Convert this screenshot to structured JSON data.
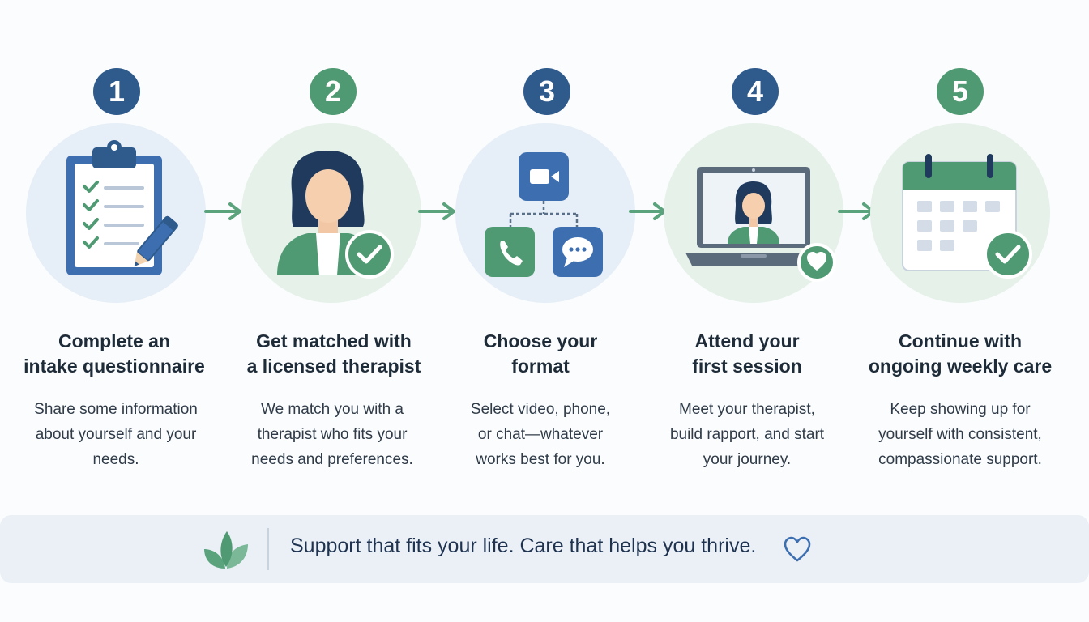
{
  "steps": [
    {
      "number": "1",
      "title_line1": "Complete an",
      "title_line2": "intake questionnaire",
      "desc_line1": "Share some information",
      "desc_line2": "about yourself and your",
      "desc_line3": "needs.",
      "icon": "clipboard-checklist-icon"
    },
    {
      "number": "2",
      "title_line1": "Get matched with",
      "title_line2": "a licensed therapist",
      "desc_line1": "We match you with a",
      "desc_line2": "therapist who fits your",
      "desc_line3": "needs and preferences.",
      "icon": "therapist-check-icon"
    },
    {
      "number": "3",
      "title_line1": "Choose your",
      "title_line2": "format",
      "desc_line1": "Select video, phone,",
      "desc_line2": "or chat—whatever",
      "desc_line3": "works best for you.",
      "icon": "format-options-icon"
    },
    {
      "number": "4",
      "title_line1": "Attend your",
      "title_line2": "first session",
      "desc_line1": "Meet your therapist,",
      "desc_line2": "build rapport, and start",
      "desc_line3": "your journey.",
      "icon": "laptop-session-icon"
    },
    {
      "number": "5",
      "title_line1": "Continue with",
      "title_line2": "ongoing weekly care",
      "desc_line1": "Keep showing up for",
      "desc_line2": "yourself with consistent,",
      "desc_line3": "compassionate support.",
      "icon": "calendar-check-icon"
    }
  ],
  "banner": {
    "text": "Support that fits your life. Care that helps you thrive.",
    "leaf_icon": "leaf-icon",
    "heart_icon": "heart-outline-icon"
  },
  "colors": {
    "navy": "#2e5a8c",
    "green": "#4f9a73",
    "light_blue": "#e6eef7",
    "light_green": "#e6f1ea",
    "blue_accent": "#3d6fb0"
  }
}
